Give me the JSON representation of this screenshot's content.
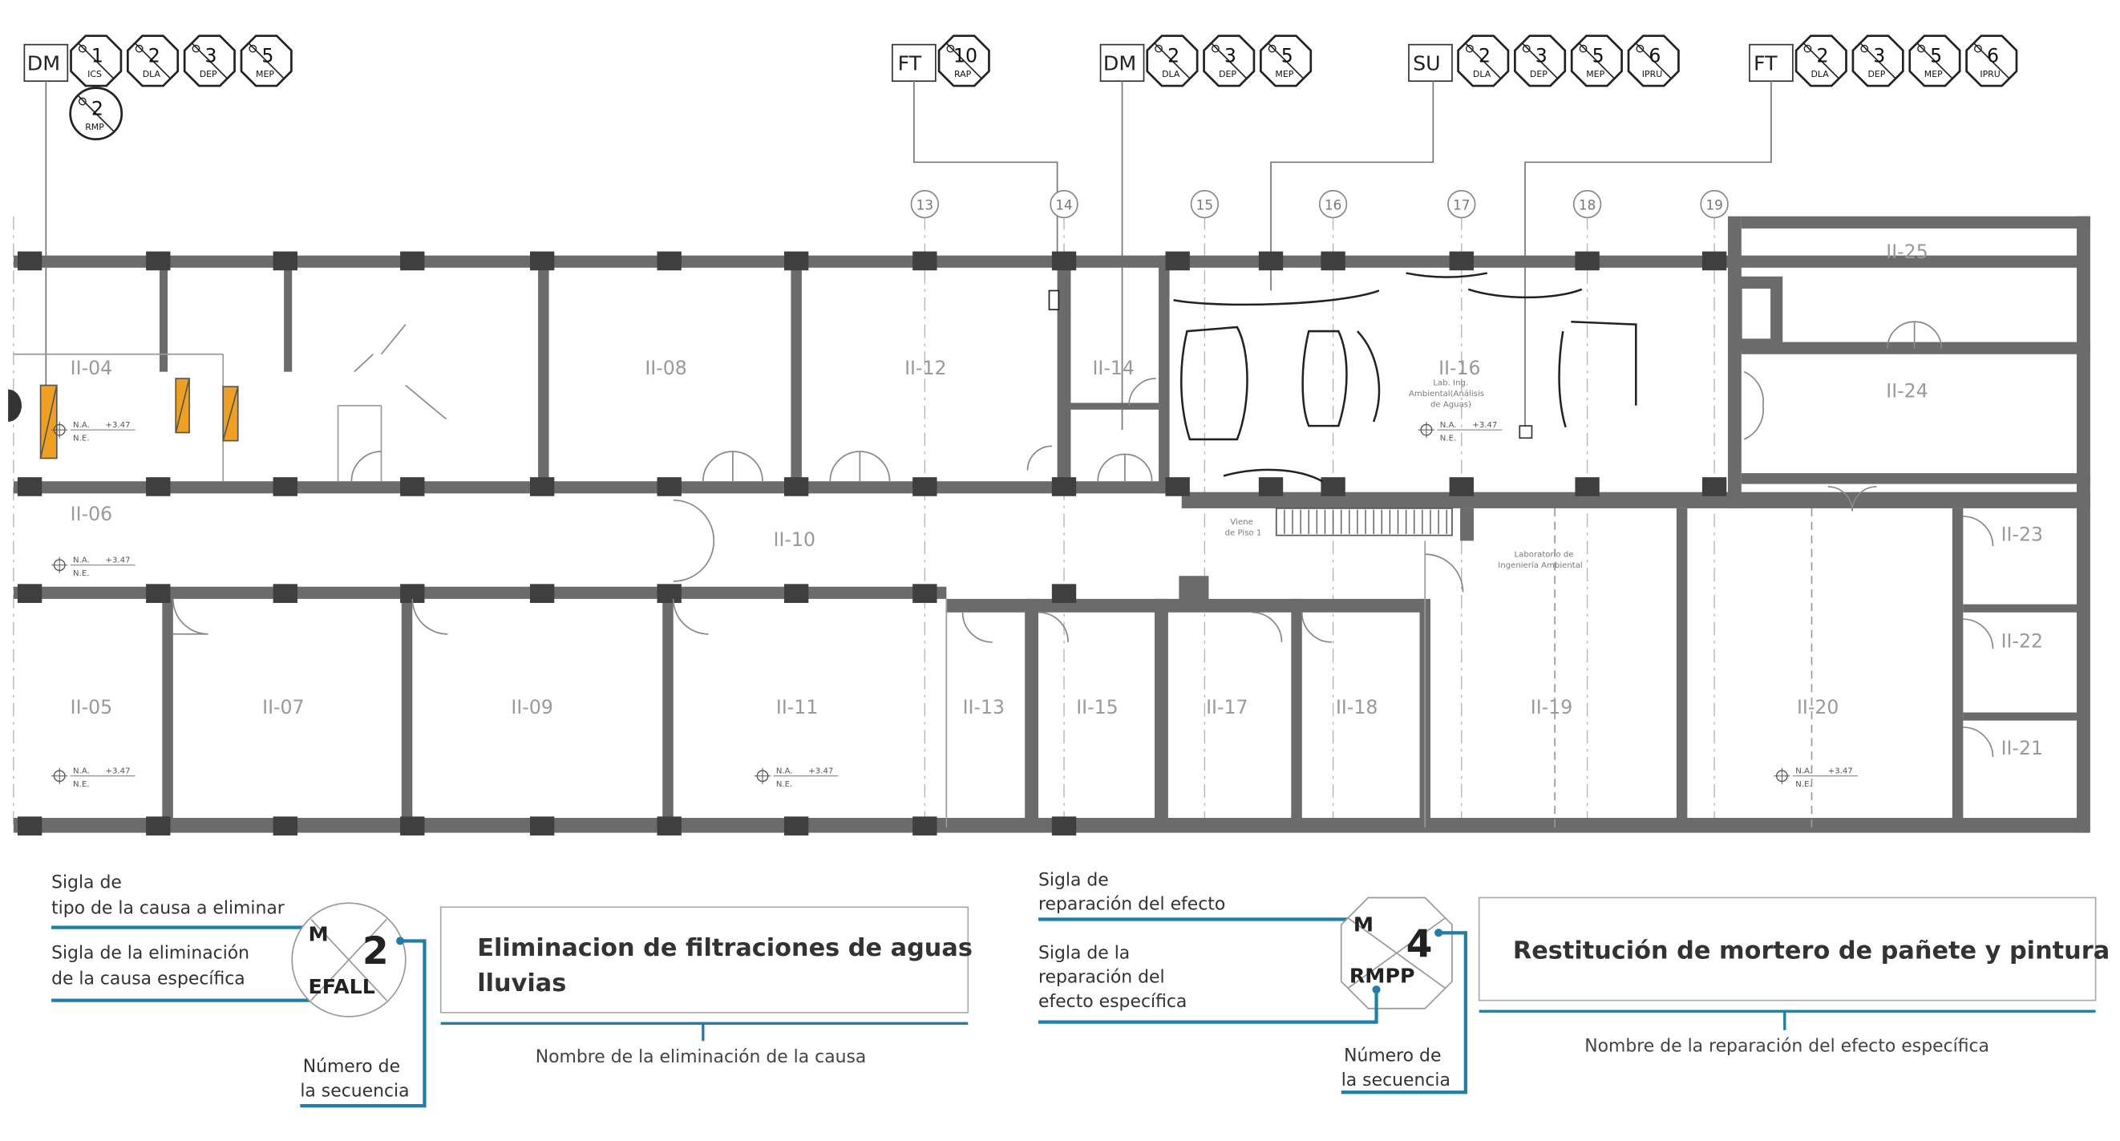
{
  "tags": [
    {
      "code": "DM",
      "badges": [
        {
          "n": "1",
          "s": "ICS"
        },
        {
          "n": "2",
          "s": "DLA"
        },
        {
          "n": "3",
          "s": "DEP"
        },
        {
          "n": "5",
          "s": "MEP"
        }
      ],
      "extra": {
        "n": "2",
        "s": "RMP"
      }
    },
    {
      "code": "FT",
      "badges": [
        {
          "n": "10",
          "s": "RAP"
        }
      ]
    },
    {
      "code": "DM",
      "badges": [
        {
          "n": "2",
          "s": "DLA"
        },
        {
          "n": "3",
          "s": "DEP"
        },
        {
          "n": "5",
          "s": "MEP"
        }
      ]
    },
    {
      "code": "SU",
      "badges": [
        {
          "n": "2",
          "s": "DLA"
        },
        {
          "n": "3",
          "s": "DEP"
        },
        {
          "n": "5",
          "s": "MEP"
        },
        {
          "n": "6",
          "s": "IPRU"
        }
      ]
    },
    {
      "code": "FT",
      "badges": [
        {
          "n": "2",
          "s": "DLA"
        },
        {
          "n": "3",
          "s": "DEP"
        },
        {
          "n": "5",
          "s": "MEP"
        },
        {
          "n": "6",
          "s": "IPRU"
        }
      ]
    }
  ],
  "axes": [
    "13",
    "14",
    "15",
    "16",
    "17",
    "18",
    "19"
  ],
  "rooms": {
    "r04": "II-04",
    "r06": "II-06",
    "r08": "II-08",
    "r12": "II-12",
    "r14": "II-14",
    "r16": "II-16",
    "r25": "II-25",
    "r24": "II-24",
    "r10": "II-10",
    "r23": "II-23",
    "r22": "II-22",
    "r21": "II-21",
    "r05": "II-05",
    "r07": "II-07",
    "r09": "II-09",
    "r11": "II-11",
    "r13": "II-13",
    "r15": "II-15",
    "r17": "II-17",
    "r18": "II-18",
    "r19": "II-19",
    "r20": "II-20"
  },
  "notes": {
    "lab16a": "Lab. Ing.",
    "lab16b": "Ambiental(Análisis",
    "lab16c": "de Aguas)",
    "lab19a": "Laboratorio de",
    "lab19b": "Ingeniería Ambiental",
    "stairA": "Viene",
    "stairB": "de Piso 1",
    "na": "N.A.",
    "ne": "N.E.",
    "lvl": "+3.47"
  },
  "legend_left": {
    "label1a": "Sigla de",
    "label1b": "tipo de la causa a eliminar",
    "label2a": "Sigla de la  eliminación",
    "label2b": "de la causa específica",
    "label3a": "Número de",
    "label3b": "la secuencia",
    "top": "M",
    "bottom": "EFALL",
    "number": "2",
    "title1": "Eliminacion de filtraciones de aguas",
    "title2": "lluvias",
    "caption": "Nombre de la eliminación de la causa"
  },
  "legend_right": {
    "label1a": "Sigla de",
    "label1b": "reparación del efecto",
    "label2a": "Sigla de la",
    "label2b": "reparación del",
    "label2c": "efecto específica",
    "label3a": "Número de",
    "label3b": "la secuencia",
    "top": "M",
    "bottom": "RMPP",
    "number": "4",
    "title": "Restitución de mortero de pañete y pintura",
    "caption": "Nombre de la reparación del efecto específica"
  },
  "colors": {
    "wall": "#6b6b6b",
    "column": "#3f3f3f",
    "accent": "#1f7fa8",
    "highlight": "#f0a020",
    "thin": "#8a8a8a"
  }
}
